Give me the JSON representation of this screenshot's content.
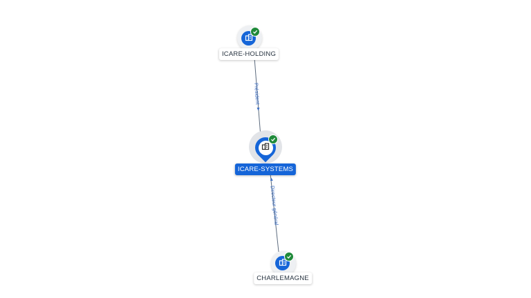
{
  "nodes": [
    {
      "id": "holding",
      "label": "ICARE-HOLDING",
      "icon": "building-icon",
      "status": "verified-check-icon",
      "selected": false
    },
    {
      "id": "systems",
      "label": "ICARE-SYSTEMS",
      "icon": "building-icon",
      "status": "verified-check-icon",
      "selected": true
    },
    {
      "id": "charlemagne",
      "label": "CHARLEMAGNE",
      "icon": "building-icon",
      "status": "verified-check-icon",
      "selected": false
    }
  ],
  "edges": [
    {
      "from": "holding",
      "to": "systems",
      "label": "Président"
    },
    {
      "from": "charlemagne",
      "to": "systems",
      "label": "Directeur général"
    }
  ],
  "colors": {
    "accent": "#1565d8",
    "verified": "#1f8a3a",
    "edge": "#5b6a7d",
    "edge_label": "#3d6fc4"
  }
}
